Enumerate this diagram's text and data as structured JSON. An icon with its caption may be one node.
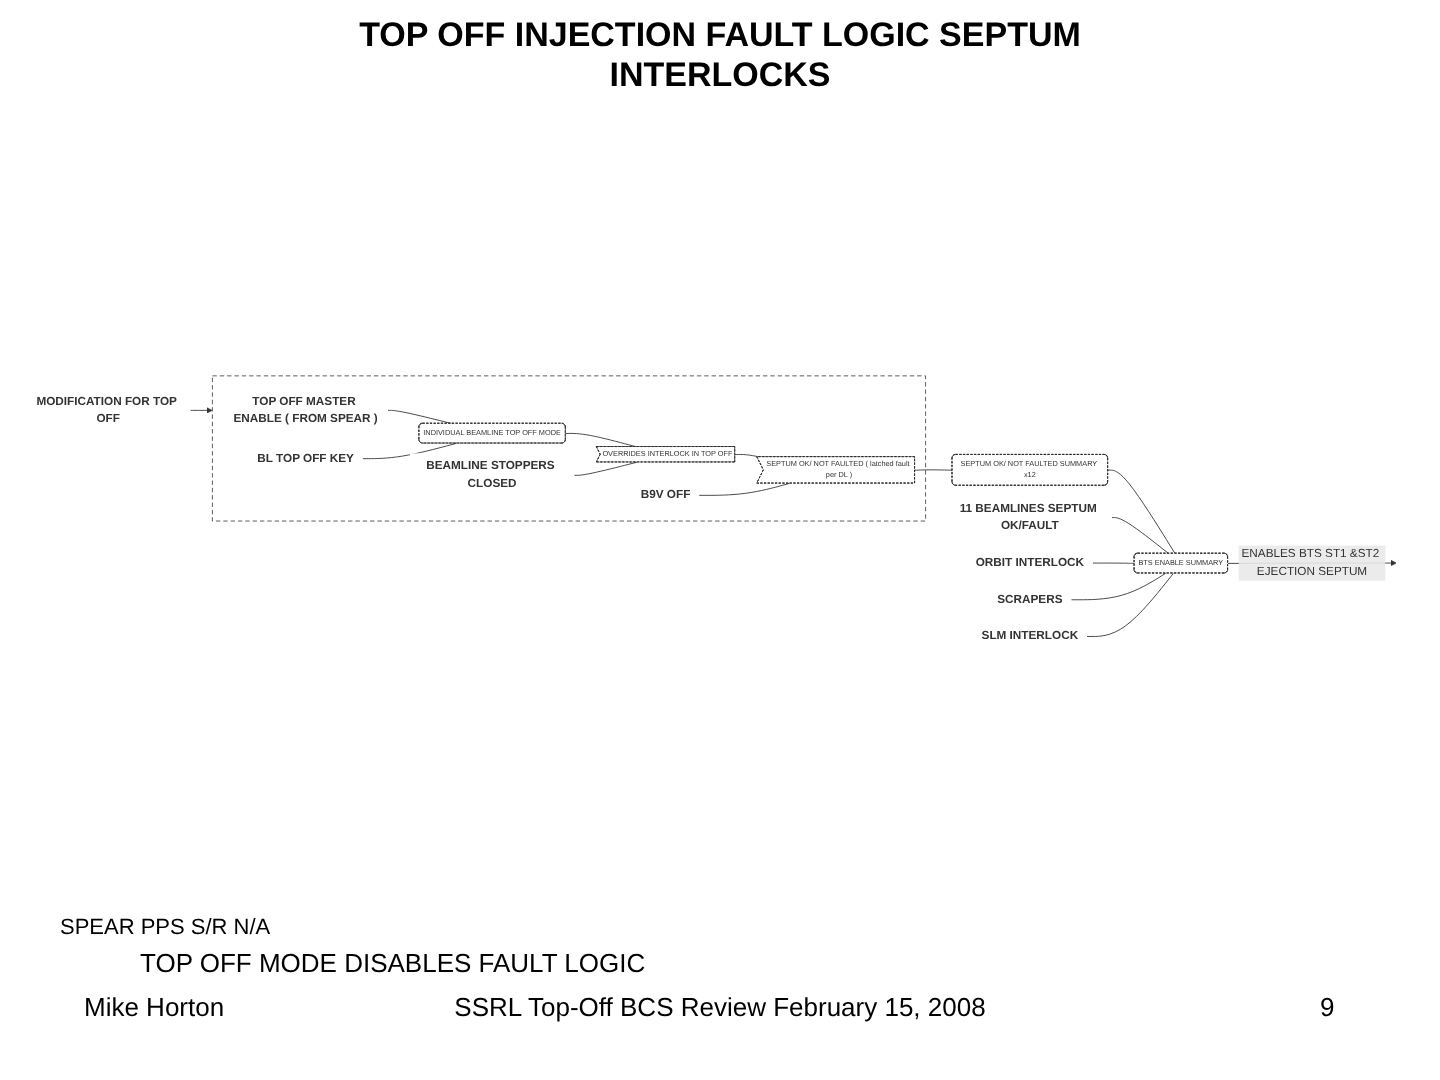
{
  "diagram": {
    "title": "TOP OFF INJECTION FAULT LOGIC SEPTUM INTERLOCKS",
    "nodes": [
      {
        "text": [],
        "shape": "box"
      },
      {
        "text": [
          "TOP OFF MASTER ENABLE ( FROM SPEAR )"
        ],
        "in": 0
      },
      {
        "text": [
          "BL TOP OFF KEY"
        ],
        "in": 0
      },
      {
        "text": [
          "INDIVIDUAL BEAMLINE TOP OFF MODE"
        ],
        "in": 0
      },
      {
        "text": [
          "BEAMLINE STOPPERS CLOSED"
        ],
        "in": 0
      },
      {
        "text": [
          "OVERRIDES INTERLOCK IN TOP OFF"
        ],
        "in": 0
      },
      {
        "text": [
          "B9V OFF"
        ],
        "in": 0
      },
      {
        "text": [
          "SEPTUM OK/ NOT FAULTED ( latched fault per DL )"
        ],
        "in": 0
      },
      {
        "text": [
          "MODIFICATION FOR TOP OFF"
        ]
      },
      {
        "text": [
          "SEPTUM OK/ NOT FAULTED SUMMARY x12"
        ]
      },
      {
        "text": [
          "11 BEAMLINES SEPTUM OK/FAULT"
        ]
      },
      {
        "text": [
          "ORBIT INTERLOCK"
        ]
      },
      {
        "text": [
          "SCRAPERS"
        ]
      },
      {
        "text": [
          "SLM INTERLOCK"
        ]
      },
      {
        "text": [
          "BTS ENABLE SUMMARY"
        ]
      }
    ],
    "edges": [
      {
        "from": 1,
        "to": 3,
        "arrow": "none"
      },
      {
        "from": 2,
        "to": 3,
        "arrow": "none"
      },
      {
        "from": 3,
        "to": 5,
        "arrow": "none"
      },
      {
        "from": 4,
        "to": 5,
        "arrow": "none"
      },
      {
        "from": 5,
        "to": 7,
        "arrow": "none"
      },
      {
        "from": 6,
        "to": 7,
        "arrow": "none"
      },
      {
        "from": 8,
        "to": 0,
        "arrow": "to"
      },
      {
        "from": 7,
        "to": 9,
        "arrow": "none"
      },
      {
        "from": 9,
        "to": 14,
        "arrow": "none"
      },
      {
        "from": 10,
        "to": 14,
        "arrow": "none"
      },
      {
        "from": 11,
        "to": 14,
        "arrow": "none"
      },
      {
        "from": 12,
        "to": 14,
        "arrow": "none"
      },
      {
        "from": 13,
        "to": 14,
        "arrow": "none"
      },
      {
        "from": 14,
        "to": null,
        "arrow": "to",
        "label": "ENABLES BTS ST1 &ST2 EJECTION SEPTUM"
      }
    ],
    "labels": [
      "SPEAR PPS S/R N/A",
      "TOP OFF MODE DISABLES FAULT LOGIC",
      "Mike Horton",
      "SSRL Top-Off BCS Review February 15, 2008",
      "9"
    ]
  }
}
